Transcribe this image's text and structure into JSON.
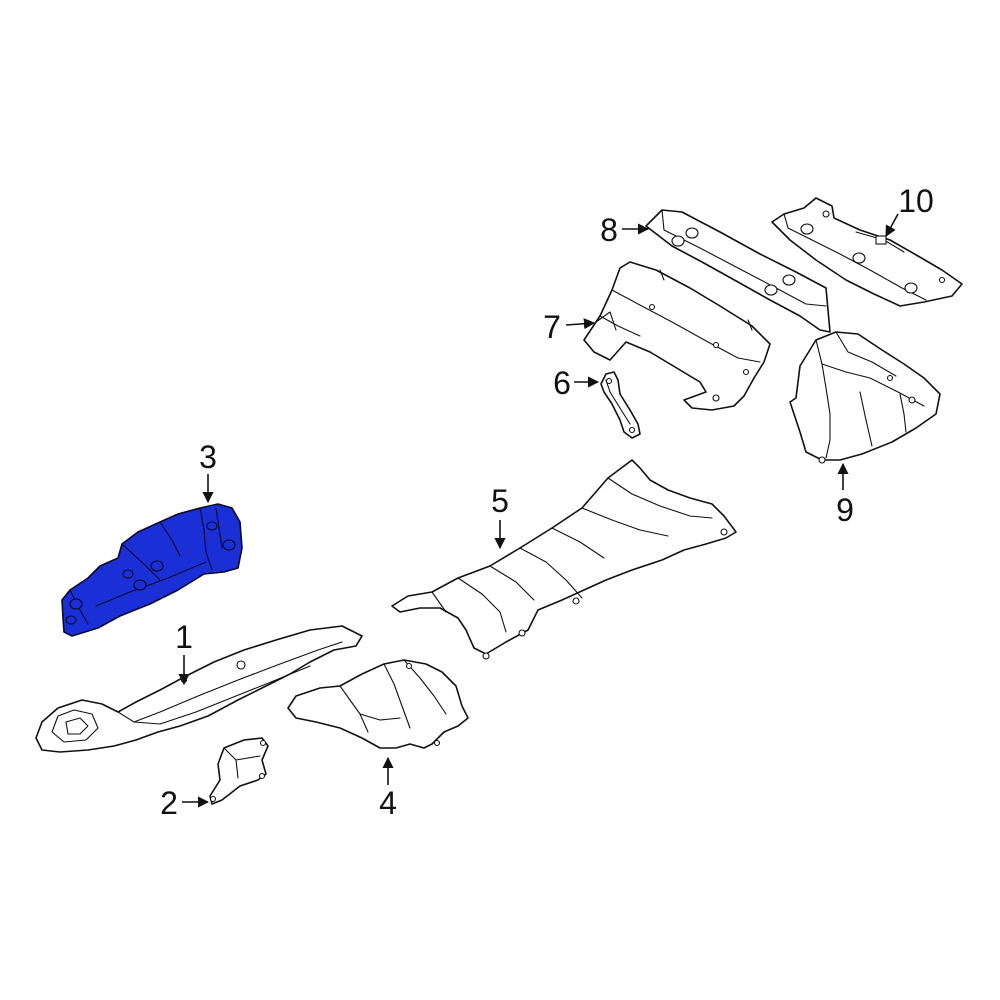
{
  "diagram": {
    "highlight_color": "#1a2fd6",
    "line_color": "#111111",
    "highlighted_part": "3",
    "callouts": [
      {
        "id": "1",
        "label": "1"
      },
      {
        "id": "2",
        "label": "2"
      },
      {
        "id": "3",
        "label": "3"
      },
      {
        "id": "4",
        "label": "4"
      },
      {
        "id": "5",
        "label": "5"
      },
      {
        "id": "6",
        "label": "6"
      },
      {
        "id": "7",
        "label": "7"
      },
      {
        "id": "8",
        "label": "8"
      },
      {
        "id": "9",
        "label": "9"
      },
      {
        "id": "10",
        "label": "10"
      }
    ]
  }
}
